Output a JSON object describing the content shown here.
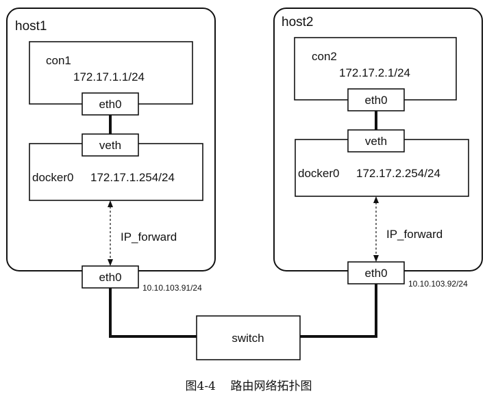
{
  "hosts": [
    {
      "name": "host1",
      "container": {
        "name": "con1",
        "ip": "172.17.1.1/24",
        "iface": "eth0"
      },
      "bridge": {
        "name": "docker0",
        "ip": "172.17.1.254/24",
        "iface": "veth"
      },
      "forward_label": "IP_forward",
      "nic": {
        "name": "eth0",
        "ip": "10.10.103.91/24"
      }
    },
    {
      "name": "host2",
      "container": {
        "name": "con2",
        "ip": "172.17.2.1/24",
        "iface": "eth0"
      },
      "bridge": {
        "name": "docker0",
        "ip": "172.17.2.254/24",
        "iface": "veth"
      },
      "forward_label": "IP_forward",
      "nic": {
        "name": "eth0",
        "ip": "10.10.103.92/24"
      }
    }
  ],
  "switch": {
    "label": "switch"
  },
  "caption": "图4-4    路由网络拓扑图"
}
